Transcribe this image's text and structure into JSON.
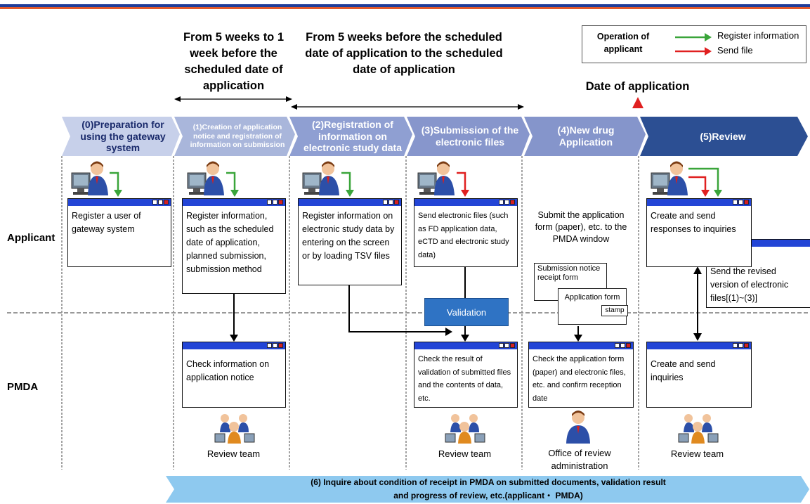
{
  "periods": {
    "p1": "From 5 weeks to 1 week before the scheduled date of application",
    "p2": "From 5 weeks before the scheduled date of application to the scheduled date of application",
    "date_of_application": "Date of application"
  },
  "legend": {
    "operation_label": "Operation of applicant",
    "register": "Register information",
    "send": "Send file"
  },
  "stages": [
    "(0)Preparation for using the gateway system",
    "(1)Creation of application notice and registration of information on submission",
    "(2)Registration of information on electronic study data",
    "(3)Submission of the electronic files",
    "(4)New drug Application",
    "(5)Review"
  ],
  "rows": {
    "applicant": "Applicant",
    "pmda": "PMDA"
  },
  "applicant_boxes": {
    "s0": "Register a user of gateway system",
    "s1": "Register information, such as the scheduled date of application, planned submission, submission method",
    "s2": "Register information on electronic study data by entering on the screen or by loading TSV files",
    "s3": "Send electronic files (such as FD application data, eCTD and electronic study data)",
    "s4": "Submit the application form (paper), etc. to the PMDA window",
    "s5": "Create and send responses to inquiries",
    "s5_revised": "Send the revised version of electronic files[(1)~(3)]"
  },
  "docs": {
    "receipt_form": "Submission notice receipt form",
    "application_form": "Application form",
    "stamp": "stamp"
  },
  "validation": "Validation",
  "pmda_boxes": {
    "s1": "Check information on application notice",
    "s3": "Check the result of validation of submitted files and the contents of data, etc.",
    "s4": "Check the application form (paper) and electronic files, etc. and confirm reception date",
    "s5": "Create and send inquiries"
  },
  "teams": {
    "s1": "Review team",
    "s3": "Review team",
    "s4": "Office of review administration",
    "s5": "Review team"
  },
  "bottom_bar": {
    "line1": "(6) Inquire about condition of receipt in PMDA on submitted documents, validation result",
    "line2": "and progress of review, etc.(applicant・ PMDA)"
  },
  "colors": {
    "stage_light": "#a9b6db",
    "stage_mid": "#8898cf",
    "stage_dark": "#2c4f93",
    "bottom_bar": "#8ec9ef",
    "register_arrow": "#3aa53a",
    "send_arrow": "#e02020",
    "window_titlebar": "#2345d6",
    "validation_box": "#2f73c4"
  },
  "icons": [
    "user-at-computer-icon",
    "review-team-icon",
    "office-person-icon",
    "window-controls-icon",
    "red-triangle-icon"
  ]
}
